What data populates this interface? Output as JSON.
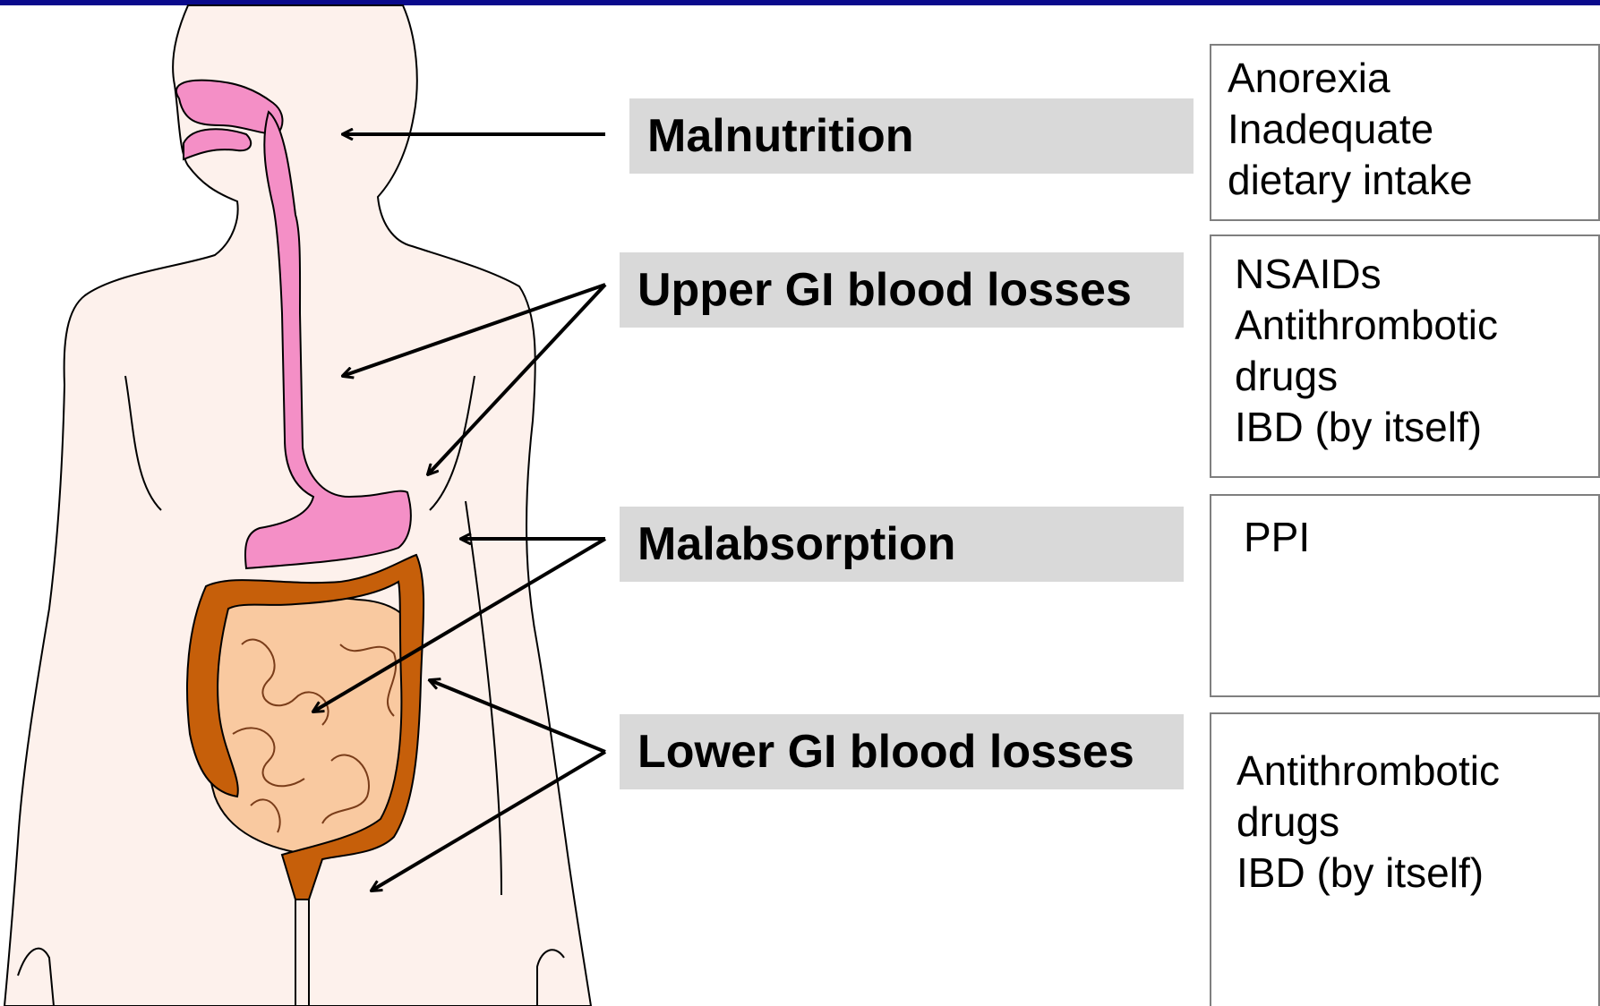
{
  "colors": {
    "top_bar": "#0a0a8c",
    "skin": "#fdf1ec",
    "esophagus_stomach": "#f48fc6",
    "small_intestine": "#f9c9a0",
    "colon": "#c65f0a",
    "label_background": "#d9d9d9",
    "box_border": "#7f7f7f"
  },
  "labels": {
    "malnutrition": "Malnutrition",
    "upper_gi": "Upper GI blood losses",
    "malabsorption": "Malabsorption",
    "lower_gi": "Lower GI blood losses"
  },
  "causes": {
    "malnutrition": [
      "Anorexia",
      "Inadequate",
      "dietary intake"
    ],
    "upper_gi": [
      "NSAIDs",
      "Antithrombotic",
      "drugs",
      "IBD (by itself)"
    ],
    "malabsorption": [
      "PPI"
    ],
    "lower_gi": [
      "Antithrombotic",
      "drugs",
      "IBD (by itself)"
    ]
  }
}
